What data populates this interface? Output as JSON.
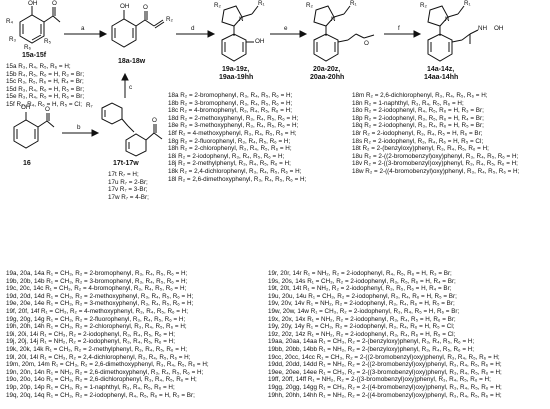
{
  "compounds": {
    "c15": "15a-15f",
    "c18": "18a-18w",
    "c19": "19a-19z,",
    "c19b": "19aa-19hh",
    "c20": "20a-20z,",
    "c20b": "20aa-20hh",
    "c14": "14a-14z,",
    "c14b": "14aa-14hh",
    "c16": "16",
    "c17": "17t-17w"
  },
  "arrows": {
    "a": "a",
    "b": "b",
    "c": "c",
    "d": "d",
    "e": "e",
    "f": "f"
  },
  "atoms": {
    "R1": "R₁",
    "R2": "R₂",
    "R3": "R₃",
    "R4": "R₄",
    "R5": "R₅",
    "R6": "R₆",
    "R7": "R₇",
    "OH": "OH",
    "O": "O",
    "N": "N",
    "NH": "NH",
    "OHn": "OH"
  },
  "list15": [
    "15a R₃, R₄, R₅, R₆ = H;",
    "15b R₄, R₅, R₆ = H, R₃ = Br;",
    "15c R₃, R₅, R₆ = H, R₄ = Br;",
    "15d R₃, R₄, R₆ = H, R₅ = Br;",
    "15e R₃, R₄, R₅ = H, R₆ = Br;",
    "15f R₃, R₄, R₆ = H, R₅ = Cl;"
  ],
  "list17": [
    "17t R₇ = H;",
    "17u R₇ = 2-Br;",
    "17v R₇ = 3-Br;",
    "17w R₇ = 4-Br;"
  ],
  "list18_left": [
    "18a R₂ = 2-bromophenyl, R₃, R₄, R₅, R₆ = H;",
    "18b R₂ = 3-bromophenyl, R₃, R₄, R₅, R₆ = H;",
    "18c R₂ = 4-bromophenyl, R₃, R₄, R₅, R₆ = H;",
    "18d R₂ = 2-methoxyphenyl, R₃, R₄, R₅, R₆ = H;",
    "18e R₂ = 3-methoxyphenyl, R₃, R₄, R₅, R₆ = H;",
    "18f R₂ = 4-methoxyphenyl, R₃, R₄, R₅, R₆ = H;",
    "18g R₂ = 2-fluorophenyl, R₃, R₄, R₅, R₆ = H;",
    "18h R₂ = 2-chlorophenyl, R₃, R₄, R₅, R₆ = H;",
    "18i R₂ = 2-iodophenyl, R₃, R₄, R₅, R₆ = H;",
    "18j R₂ = 2-methylphenyl, R₃, R₄, R₅, R₆ = H;",
    "18k R₂ = 2,4-dichlorophenyl, R₃, R₄, R₅, R₆ = H;",
    "18l R₂ = 2,6-dimethoxyphenyl, R₃, R₄, R₅, R₆ = H;"
  ],
  "list18_right": [
    "18m R₂ = 2,6-dichlorophenyl, R₃, R₄, R₅, R₆ = H;",
    "18n R₂ = 1-naphthyl, R₃, R₄, R₅, R₆ = H;",
    "18o R₂ = 2-iodophenyl, R₄, R₅, R₆ = H, R₃ = Br;",
    "18p R₂ = 2-iodophenyl, R₃, R₅, R₆ = H, R₄ = Br;",
    "18q R₂ = 2-iodophenyl, R₃, R₄, R₆ = H, R₅ = Br;",
    "18r R₂ = 2-iodophenyl, R₃, R₄, R₅ = H, R₆ = Br;",
    "18s R₂ = 2-iodophenyl, R₃, R₄, R₆ = H, R₅ = Cl;",
    "18t R₂ = 2-(benzyloxy)phenyl, R₃, R₄, R₅, R₆ = H;",
    "18u R₂ = 2-((2-bromobenzyl)oxy)phenyl, R₃, R₄, R₅, R₆ = H;",
    "18v R₂ = 2-((3-bromobenzyl)oxy)phenyl, R₃, R₄, R₅, R₆ = H;",
    "18w R₂ = 2-((4-bromobenzyl)oxy)phenyl, R₃, R₄, R₅, R₆ = H;"
  ],
  "list19_left": [
    "19a, 20a, 14a R₁ = CH₃, R₂ = 2-bromophenyl, R₃, R₄, R₅, R₆ = H;",
    "19b, 20b, 14b R₁ = CH₃, R₂ = 3-bromophenyl, R₃, R₄, R₅, R₆ = H;",
    "19c, 20c, 14c R₁ = CH₃, R₂ = 4-bromophenyl, R₃, R₄, R₅, R₆ = H;",
    "19d, 20d, 14d R₁ = CH₃, R₂ = 2-methoxyphenyl, R₃, R₄, R₅, R₆ = H;",
    "19e, 20e, 14e R₁ = CH₃, R₂ = 3-methoxyphenyl, R₃, R₄, R₅, R₆ = H;",
    "19f, 20f, 14f R₁ = CH₃, R₂ = 4-methoxyphenyl, R₃, R₄, R₅, R₆ = H;",
    "19g, 20g, 14g R₁ = CH₃, R₂ = 2-fluorophenyl, R₃, R₄, R₅, R₆ = H;",
    "19h, 20h, 14h R₁ = CH₃, R₂ = 2-chlorophenyl, R₃, R₄, R₅, R₆ = H;",
    "19i, 20i, 14i R₁ = CH₃, R₂ = 2-iodophenyl, R₃, R₄, R₅, R₆ = H;",
    "19j, 20j, 14j R₁ = NH₂, R₂ = 2-iodophenyl, R₃, R₄, R₅, R₆ = H;",
    "19k, 20k, 14k R₁ = CH₃, R₂ = 2-methylphenyl, R₃, R₄, R₅, R₆ = H;",
    "19l, 20l, 14l R₁ = CH₃, R₂ = 2,4-dichlorophenyl, R₃, R₄, R₅, R₆ = H;",
    "19m, 20m, 14m R₁ = CH₃, R₂ = 2,6-dimethoxyphenyl, R₃, R₄, R₅, R₆ = H;",
    "19n, 20n, 14n R₁ = NH₂, R₂ = 2,6-dimethoxyphenyl, R₃, R₄, R₅, R₆ = H;",
    "19o, 20o, 14o R₁ = CH₃, R₂ = 2,6-dichlorophenyl, R₃, R₄, R₅, R₆ = H;",
    "19p, 20p, 14p R₁ = CH₃, R₂ = 1-naphthyl, R₃, R₄, R₅, R₆ = H;",
    "19q, 20q, 14q R₁ = CH₃, R₂ = 2-iodophenyl, R₄, R₅, R₆ = H, R₃ = Br;"
  ],
  "list19_right": [
    "19r, 20r, 14r R₁ = NH₂, R₂ = 2-iodophenyl, R₄, R₅, R₆ = H, R₃ = Br;",
    "19s, 20s, 14s R₁ = CH₃, R₂ = 2-iodophenyl, R₃, R₅, R₆ = H, R₄ = Br;",
    "19t, 20t, 14t R₁ = NH₂, R₂ = 2-iodophenyl, R₃, R₅, R₆ = H, R₄ = Br;",
    "19u, 20u, 14u R₁ = CH₃, R₂ = 2-iodophenyl, R₃, R₄, R₆ = H, R₅ = Br;",
    "19v, 20v, 14v R₁ = NH₂, R₂ = 2-iodophenyl, R₃, R₄, R₆ = H, R₅ = Br;",
    "19w, 20w, 14w R₁ = CH₃, R₂ = 2-iodophenyl, R₃, R₄, R₅ = H, R₆ = Br;",
    "19x, 20x, 14x R₁ = NH₂, R₂ = 2-iodophenyl, R₃, R₄, R₅ = H, R₆ = Br;",
    "19y, 20y, 14y R₁ = CH₃, R₂ = 2-iodophenyl, R₃, R₄, R₆ = H, R₅ = Cl;",
    "19z, 20z, 14z R₁ = NH₂, R₂ = 2-iodophenyl, R₃, R₄, R₆ = H, R₅ = Cl;",
    "19aa, 20aa, 14aa R₁ = CH₃, R₂ = 2-(benzyloxy)phenyl, R₃, R₄, R₅, R₆ = H;",
    "19bb, 20bb, 14bb R₁ = NH₂, R₂ = 2-(benzyloxy)phenyl, R₃, R₄, R₅, R₆ = H;",
    "19cc, 20cc, 14cc R₁ = CH₃, R₂ = 2-((2-bromobenzyl)oxy)phenyl, R₃, R₄, R₅, R₆ = H;",
    "19dd, 20dd, 14dd R₁ = NH₂, R₂ = 2-((2-bromobenzyl)oxy)phenyl, R₃, R₄, R₅, R₆ = H;",
    "19ee, 20ee, 14ee R₁ = CH₃, R₂ = 2-((3-bromobenzyl)oxy)phenyl, R₃, R₄, R₅, R₆ = H;",
    "19ff, 20ff, 14ff R₁ = NH₂, R₂ = 2-((3-bromobenzyl)oxy)phenyl, R₃, R₄, R₅, R₆ = H;",
    "19gg, 20gg, 14gg R₁ = CH₃, R₂ = 2-((4-bromobenzyl)oxy)phenyl, R₃, R₄, R₅, R₆ = H;",
    "19hh, 20hh, 14hh R₁ = NH₂, R₂ = 2-((4-bromobenzyl)oxy)phenyl, R₃, R₄, R₅, R₆ = H;"
  ]
}
